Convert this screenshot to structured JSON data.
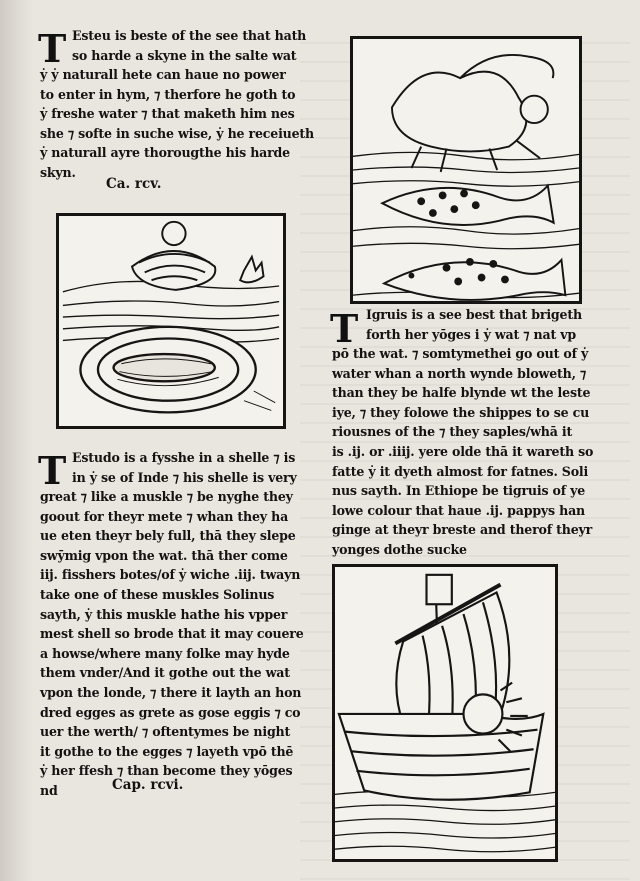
{
  "left_column": {
    "block1": {
      "initial": "T",
      "lines": [
        "Esteu is beste of the see that hath",
        "so harde a skyne in the salte wat",
        "ẏ ẏ naturall hete can haue no power",
        "to enter in hym, ⁊ therfore he goth to",
        "ẏ freshe water ⁊ that maketh him nes",
        "she ⁊ softe in suche wise, ẏ he receiueth",
        "ẏ naturall ayre thorougthe his harde",
        "skyn."
      ]
    },
    "heading1": "Ca. rcv.",
    "block2": {
      "initial": "T",
      "lines": [
        "Estudo is a fysshe in a shelle ⁊ is",
        "in ẏ se of Inde ⁊ his shelle is very",
        "great ⁊ like a muskle ⁊ be nyghe they",
        "goout for theyr mete ⁊ whan they ha",
        "ue eten theyr bely full, thā they slepe",
        "swȳmig vpon the wat. thā ther come",
        "iij. fisshers botes/of ẏ wiche .iij. twayn",
        "take one of these muskles Solinus",
        "sayth, ẏ this muskle hathe his vpper",
        "mest shell so brode that it may couere",
        "a howse/where many folke may hyde",
        "them vnder/And it gothe out the wat",
        "vpon the londe, ⁊ there it layth an hon",
        "dred egges as grete as gose eggis ⁊ co",
        "uer the werth/ ⁊ oftentymes be night",
        "it gothe to the egges ⁊ layeth vpō thē",
        "ẏ her ffesh ⁊ than become they yōges",
        "nd"
      ]
    },
    "heading2": "Cap. rcvi."
  },
  "right_column": {
    "block3": {
      "initial": "T",
      "lines": [
        "Igruis is a see best that brigeth",
        "forth her yōges i ẏ wat ⁊ nat vp",
        "pō the wat. ⁊ somtymethei go out of ẏ",
        "water whan a north wynde bloweth, ⁊",
        "than they be halfe blynde wt the leste",
        "iye, ⁊ they folowe the shippes to se cu",
        "riousnes of the ⁊ they saples/whā it",
        "is .ij. or .iiij. yere olde thā it wareth so",
        "fatte ẏ it dyeth almost for fatnes. Soli",
        "nus sayth. In Ethiope be tigruis of ye",
        "lowe colour that haue .ij. pappys han",
        "ginge at theyr breste and therof theyr",
        "yonges dothe sucke"
      ]
    }
  },
  "illustrations": [
    {
      "name": "lobster-over-fish-woodcut"
    },
    {
      "name": "giant-mussel-woodcut"
    },
    {
      "name": "ship-with-sea-beast-woodcut"
    }
  ]
}
